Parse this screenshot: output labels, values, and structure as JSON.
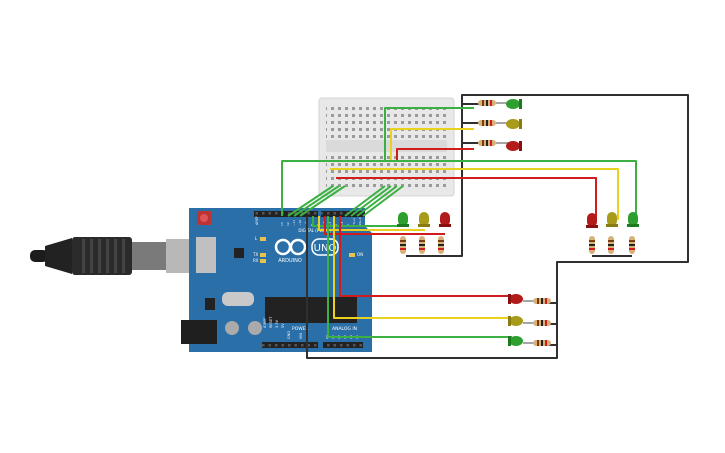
{
  "board": {
    "brand": "ARDUINO",
    "model": "UNO",
    "digital_label": "DIGITAL (PWM~)",
    "power_label": "POWER",
    "analog_label": "ANALOG IN",
    "on_label": "ON",
    "tx_label": "TX",
    "rx_label": "RX",
    "l_label": "L",
    "aref_label": "AREF",
    "gnd_label": "GND",
    "ioref_label": "IOREF",
    "reset_label": "RESET",
    "v33_label": "3.3V",
    "v5_label": "5V",
    "vin_label": "VIN",
    "digital_pins": [
      "13",
      "12",
      "~11",
      "~10",
      "~9",
      "8",
      "7",
      "~6",
      "~5",
      "4",
      "~3",
      "2",
      "TX→1",
      "RX←0"
    ],
    "analog_pins": [
      "A0",
      "A1",
      "A2",
      "A3",
      "A4",
      "A5"
    ]
  },
  "colors": {
    "board": "#2a6fa8",
    "wire_green": "#3cb043",
    "wire_yellow": "#e8d21d",
    "wire_red": "#d01c1c",
    "wire_black": "#303030",
    "led_green": "#2e9e2e",
    "led_yellow": "#a89a1a",
    "led_red": "#b31b1b"
  }
}
